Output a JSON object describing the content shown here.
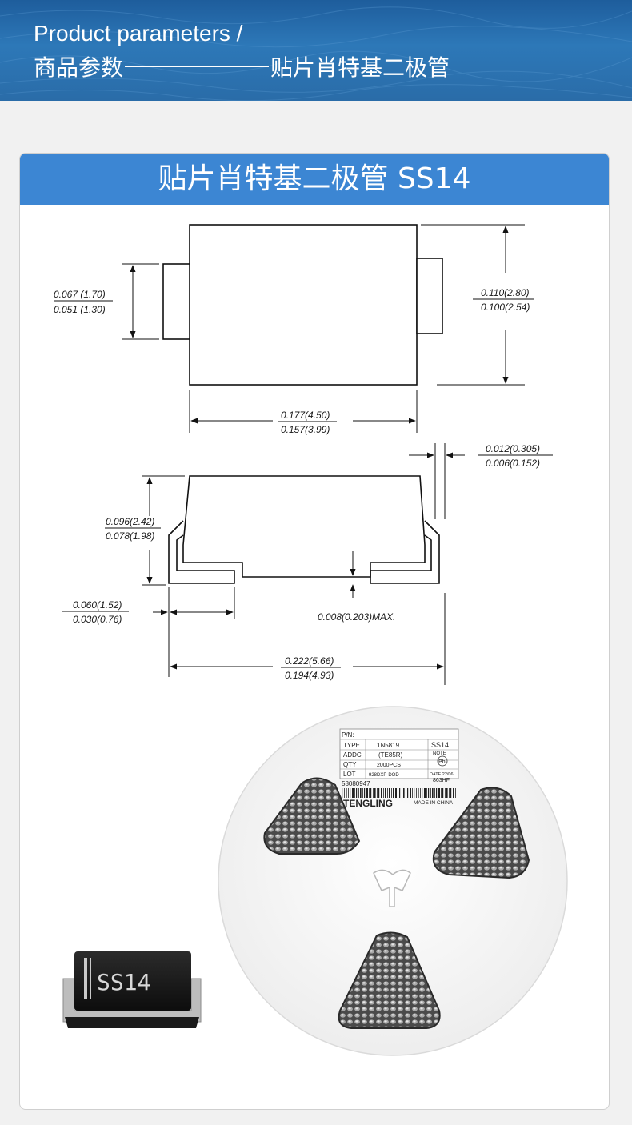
{
  "banner": {
    "line1": "Product parameters /",
    "line2_left": "商品参数",
    "line2_right": "贴片肖特基二极管"
  },
  "card": {
    "title": "贴片肖特基二极管 SS14"
  },
  "top_view": {
    "lead_height": {
      "max": "0.067 (1.70)",
      "min": "0.051 (1.30)"
    },
    "body_height": {
      "max": "0.110(2.80)",
      "min": "0.100(2.54)"
    },
    "body_length": {
      "max": "0.177(4.50)",
      "min": "0.157(3.99)"
    }
  },
  "side_view": {
    "lead_thickness": {
      "max": "0.012(0.305)",
      "min": "0.006(0.152)"
    },
    "body_thickness": {
      "max": "0.096(2.42)",
      "min": "0.078(1.98)"
    },
    "foot_length": {
      "max": "0.060(1.52)",
      "min": "0.030(0.76)"
    },
    "standoff": "0.008(0.203)MAX.",
    "overall_length": {
      "max": "0.222(5.66)",
      "min": "0.194(4.93)"
    }
  },
  "reel_label": {
    "pn_label": "P/N:",
    "rows": [
      {
        "key": "TYPE",
        "value": "1N5819",
        "side": "SS14"
      },
      {
        "key": "ADDC",
        "value": "(TE85R)",
        "side": "NOTE"
      },
      {
        "key": "QTY",
        "value": "2000PCS",
        "side": ""
      },
      {
        "key": "LOT",
        "value": "928DXP-DOD",
        "side": "DATE 22/06"
      }
    ],
    "code_left": "58080947",
    "code_right": "863HF",
    "brand": "TENGLING",
    "origin": "MADE IN CHINA",
    "rohs": "Pb"
  },
  "chip": {
    "marking": "SS14"
  }
}
